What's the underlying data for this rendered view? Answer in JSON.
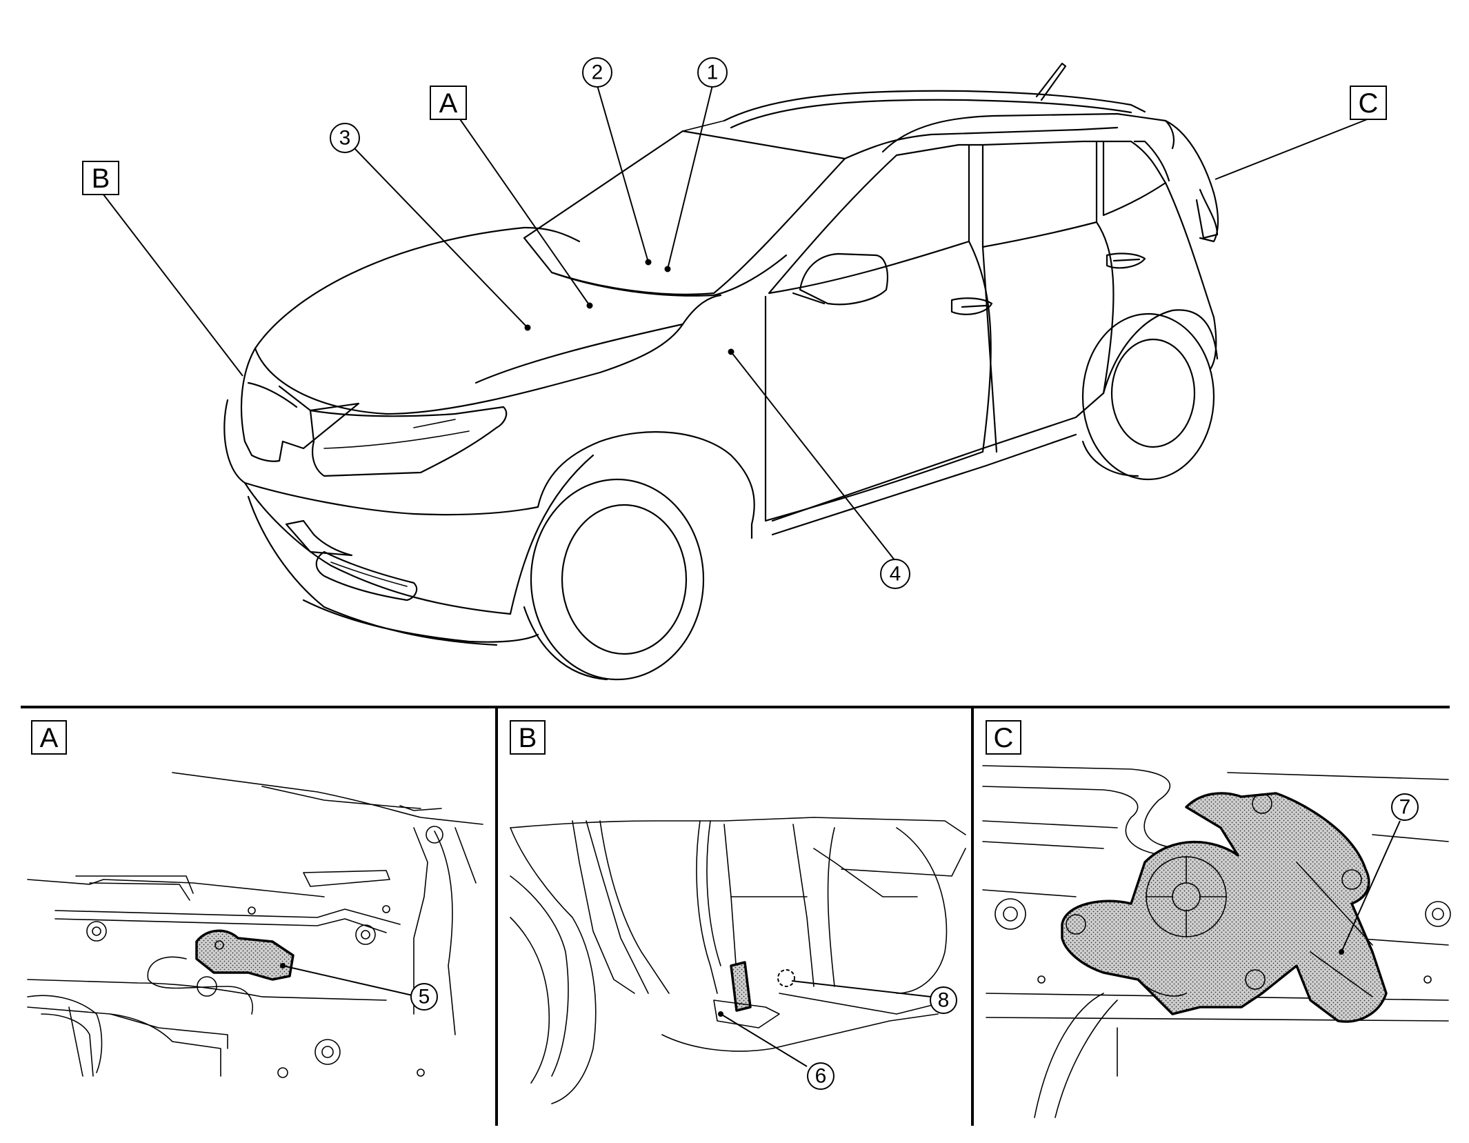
{
  "views": [
    {
      "letter": "A",
      "panel_title": "A"
    },
    {
      "letter": "B",
      "panel_title": "B"
    },
    {
      "letter": "C",
      "panel_title": "C"
    }
  ],
  "callouts": [
    "1",
    "2",
    "3",
    "4",
    "5",
    "6",
    "7",
    "8"
  ]
}
